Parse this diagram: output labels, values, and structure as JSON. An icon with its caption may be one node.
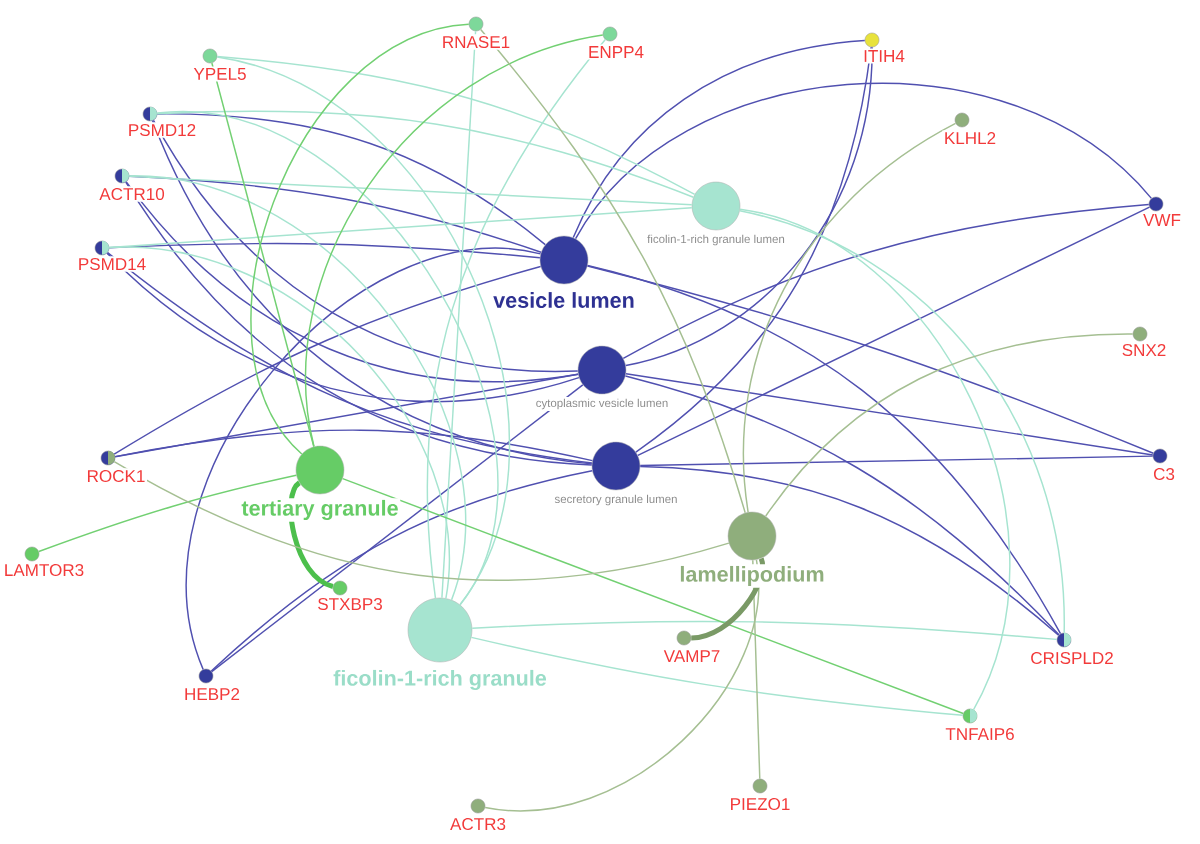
{
  "diagram": {
    "nodes": [
      {
        "text": [
          "RNASE1"
        ]
      },
      {
        "text": [
          "ENPP4"
        ]
      },
      {
        "text": [
          "ITIH4"
        ]
      },
      {
        "text": [
          "YPEL5"
        ]
      },
      {
        "text": [
          "PSMD12"
        ]
      },
      {
        "text": [
          "KLHL2"
        ]
      },
      {
        "text": [
          "ACTR10"
        ]
      },
      {
        "text": [
          "VWF"
        ]
      },
      {
        "text": [
          "ficolin-1-rich granule lumen"
        ]
      },
      {
        "text": [
          "PSMD14"
        ]
      },
      {
        "text": [
          "vesicle lumen"
        ]
      },
      {
        "text": [
          "SNX2"
        ]
      },
      {
        "text": [
          "cytoplasmic vesicle lumen"
        ]
      },
      {
        "text": [
          "ROCK1"
        ]
      },
      {
        "text": [
          "C3"
        ]
      },
      {
        "text": [
          "secretory granule lumen"
        ]
      },
      {
        "text": [
          "tertiary granule"
        ]
      },
      {
        "text": [
          "lamellipodium"
        ]
      },
      {
        "text": [
          "LAMTOR3"
        ]
      },
      {
        "text": [
          "STXBP3"
        ]
      },
      {
        "text": [
          "ficolin-1-rich granule"
        ]
      },
      {
        "text": [
          "VAMP7"
        ]
      },
      {
        "text": [
          "CRISPLD2"
        ]
      },
      {
        "text": [
          "HEBP2"
        ]
      },
      {
        "text": [
          "TNFAIP6"
        ]
      },
      {
        "text": [
          "PIEZO1"
        ]
      },
      {
        "text": [
          "ACTR3"
        ]
      }
    ],
    "edges": [
      {
        "from": 4,
        "to": 10,
        "arrow": "none"
      },
      {
        "from": 4,
        "to": 12,
        "arrow": "none"
      },
      {
        "from": 4,
        "to": 15,
        "arrow": "none"
      },
      {
        "from": 6,
        "to": 10,
        "arrow": "none"
      },
      {
        "from": 6,
        "to": 12,
        "arrow": "none"
      },
      {
        "from": 6,
        "to": 15,
        "arrow": "none"
      },
      {
        "from": 9,
        "to": 10,
        "arrow": "none"
      },
      {
        "from": 9,
        "to": 12,
        "arrow": "none"
      },
      {
        "from": 9,
        "to": 15,
        "arrow": "none"
      },
      {
        "from": 2,
        "to": 10,
        "arrow": "none"
      },
      {
        "from": 2,
        "to": 12,
        "arrow": "none"
      },
      {
        "from": 2,
        "to": 15,
        "arrow": "none"
      },
      {
        "from": 7,
        "to": 10,
        "arrow": "none"
      },
      {
        "from": 7,
        "to": 12,
        "arrow": "none"
      },
      {
        "from": 7,
        "to": 15,
        "arrow": "none"
      },
      {
        "from": 13,
        "to": 10,
        "arrow": "none"
      },
      {
        "from": 13,
        "to": 12,
        "arrow": "none"
      },
      {
        "from": 13,
        "to": 15,
        "arrow": "none"
      },
      {
        "from": 14,
        "to": 10,
        "arrow": "none"
      },
      {
        "from": 14,
        "to": 12,
        "arrow": "none"
      },
      {
        "from": 14,
        "to": 15,
        "arrow": "none"
      },
      {
        "from": 23,
        "to": 10,
        "arrow": "none"
      },
      {
        "from": 23,
        "to": 12,
        "arrow": "none"
      },
      {
        "from": 23,
        "to": 15,
        "arrow": "none"
      },
      {
        "from": 22,
        "to": 10,
        "arrow": "none"
      },
      {
        "from": 22,
        "to": 12,
        "arrow": "none"
      },
      {
        "from": 22,
        "to": 15,
        "arrow": "none"
      },
      {
        "from": 3,
        "to": 8,
        "arrow": "none",
        "color": "#a6e4d0"
      },
      {
        "from": 4,
        "to": 8,
        "arrow": "none",
        "color": "#a6e4d0"
      },
      {
        "from": 6,
        "to": 8,
        "arrow": "none",
        "color": "#a6e4d0"
      },
      {
        "from": 9,
        "to": 8,
        "arrow": "none",
        "color": "#a6e4d0"
      },
      {
        "from": 22,
        "to": 8,
        "arrow": "none",
        "color": "#a6e4d0"
      },
      {
        "from": 24,
        "to": 8,
        "arrow": "none",
        "color": "#a6e4d0"
      },
      {
        "from": 3,
        "to": 20,
        "arrow": "none",
        "color": "#a6e4d0"
      },
      {
        "from": 0,
        "to": 20,
        "arrow": "none",
        "color": "#a6e4d0"
      },
      {
        "from": 1,
        "to": 20,
        "arrow": "none",
        "color": "#a6e4d0"
      },
      {
        "from": 4,
        "to": 20,
        "arrow": "none",
        "color": "#a6e4d0"
      },
      {
        "from": 6,
        "to": 20,
        "arrow": "none",
        "color": "#a6e4d0"
      },
      {
        "from": 9,
        "to": 20,
        "arrow": "none",
        "color": "#a6e4d0"
      },
      {
        "from": 22,
        "to": 20,
        "arrow": "none",
        "color": "#a6e4d0"
      },
      {
        "from": 24,
        "to": 20,
        "arrow": "none",
        "color": "#a6e4d0"
      },
      {
        "from": 0,
        "to": 16,
        "arrow": "none",
        "color": "#72d072"
      },
      {
        "from": 1,
        "to": 16,
        "arrow": "none",
        "color": "#72d072"
      },
      {
        "from": 3,
        "to": 16,
        "arrow": "none",
        "color": "#72d072"
      },
      {
        "from": 18,
        "to": 16,
        "arrow": "none",
        "color": "#72d072"
      },
      {
        "from": 19,
        "to": 16,
        "arrow": "none",
        "color": "#4cbf4c",
        "style": "thick"
      },
      {
        "from": 24,
        "to": 16,
        "arrow": "none",
        "color": "#72d072"
      },
      {
        "from": 5,
        "to": 17,
        "arrow": "none",
        "color": "#a5bf92"
      },
      {
        "from": 11,
        "to": 17,
        "arrow": "none",
        "color": "#a5bf92"
      },
      {
        "from": 26,
        "to": 17,
        "arrow": "none",
        "color": "#a5bf92"
      },
      {
        "from": 25,
        "to": 17,
        "arrow": "none",
        "color": "#a5bf92"
      },
      {
        "from": 21,
        "to": 17,
        "arrow": "none",
        "color": "#7a9a66",
        "style": "thick"
      },
      {
        "from": 13,
        "to": 17,
        "arrow": "none",
        "color": "#a5bf92"
      },
      {
        "from": 0,
        "to": 17,
        "arrow": "none",
        "color": "#a5bf92"
      }
    ]
  }
}
